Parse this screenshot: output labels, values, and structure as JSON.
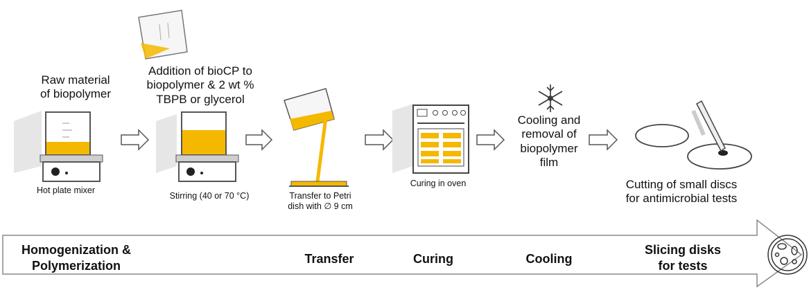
{
  "steps": {
    "raw_material": "Raw material\nof biopolymer",
    "hot_plate": "Hot plate mixer",
    "addition": "Addition of bioCP to\nbiopolymer & 2 wt %\nTBPB or glycerol",
    "stirring": "Stirring (40 or 70 °C)",
    "transfer": "Transfer to Petri\ndish with ∅ 9 cm",
    "curing": "Curing in oven",
    "cooling": "Cooling and\nremoval of\nbiopolymer\nfilm",
    "cutting": "Cutting of small discs\nfor antimicrobial tests"
  },
  "phases": {
    "homogenization": "Homogenization &\nPolymerization",
    "transfer": "Transfer",
    "curing": "Curing",
    "cooling": "Cooling",
    "slicing": "Slicing disks\nfor tests"
  },
  "colors": {
    "liquid": "#f5b800",
    "shadow": "#d9d9d9",
    "outline": "#444444",
    "arrow_fill": "#ffffff"
  }
}
